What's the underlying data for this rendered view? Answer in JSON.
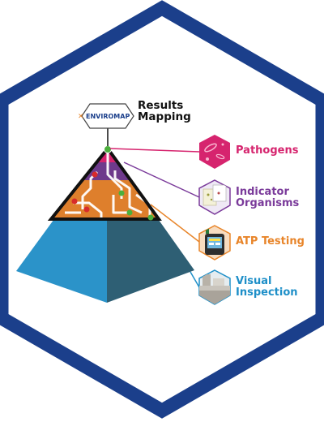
{
  "logo": {
    "text": "ENVIROMAP"
  },
  "title": {
    "line1": "Results",
    "line2": "Mapping"
  },
  "levels": [
    {
      "id": "pathogens",
      "line1": "Pathogens",
      "line2": "",
      "color": "#d6246e",
      "icon": "bacteria-icon"
    },
    {
      "id": "indicator",
      "line1": "Indicator",
      "line2": "Organisms",
      "color": "#7a3a9a",
      "icon": "petri-film-icon"
    },
    {
      "id": "atp",
      "line1": "ATP Testing",
      "line2": "",
      "color": "#e8852a",
      "icon": "atp-luminometer-icon"
    },
    {
      "id": "visual",
      "line1": "Visual",
      "line2": "Inspection",
      "color": "#1e8fc8",
      "icon": "kitchen-equipment-icon"
    }
  ],
  "colors": {
    "frame": "#1b3f8b",
    "pyramid_left": "#2b93c9",
    "pyramid_right": "#2e5f74",
    "purple": "#6e3a8c",
    "orange": "#de7f2c",
    "magenta": "#d6246e",
    "node_red": "#d72b2b",
    "node_green": "#4caf3c"
  }
}
